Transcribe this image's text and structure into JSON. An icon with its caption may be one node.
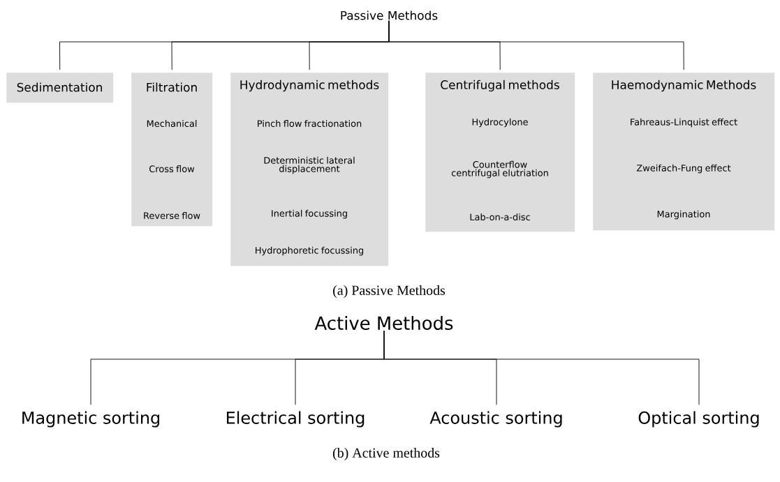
{
  "diagram": {
    "nodes": [
      {
        "text": [
          "Passive Methods"
        ]
      },
      {
        "text": [
          "Sedimentation"
        ]
      },
      {
        "text": [
          "Filtration",
          "Mechanical",
          "Cross flow",
          "Reverse flow"
        ]
      },
      {
        "text": [
          "Hydrodynamic methods",
          "Pinch flow fractionation",
          "Deterministic lateral displacement",
          "Inertial focussing",
          "Hydrophoretic focussing"
        ]
      },
      {
        "text": [
          "Centrifugal methods",
          "Hydrocylone",
          "Counterflow centrifugal elutriation",
          "Lab-on-a-disc"
        ]
      },
      {
        "text": [
          "Haemodynamic Methods",
          "Fahreaus-Linquist effect",
          "Zweifach-Fung effect",
          "Margination"
        ]
      },
      {
        "text": [
          "Active Methods"
        ]
      },
      {
        "text": [
          "Magnetic sorting"
        ]
      },
      {
        "text": [
          "Electrical sorting"
        ]
      },
      {
        "text": [
          "Acoustic sorting"
        ]
      },
      {
        "text": [
          "Optical sorting"
        ]
      }
    ],
    "edges": [
      {
        "from": 0,
        "to": 1,
        "arrow": "none"
      },
      {
        "from": 0,
        "to": 2,
        "arrow": "none"
      },
      {
        "from": 0,
        "to": 3,
        "arrow": "none"
      },
      {
        "from": 0,
        "to": 4,
        "arrow": "none"
      },
      {
        "from": 0,
        "to": 5,
        "arrow": "none"
      },
      {
        "from": 6,
        "to": 7,
        "arrow": "none"
      },
      {
        "from": 6,
        "to": 8,
        "arrow": "none"
      },
      {
        "from": 6,
        "to": 9,
        "arrow": "none"
      },
      {
        "from": 6,
        "to": 10,
        "arrow": "none"
      }
    ],
    "labels": [
      "(a) Passive Methods",
      "(b) Active methods"
    ]
  }
}
